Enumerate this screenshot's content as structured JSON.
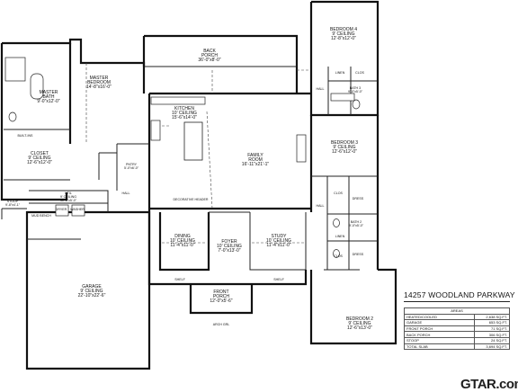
{
  "plan_title": "14257 WOODLAND PARKWAY",
  "rooms": {
    "back_porch": [
      "BACK",
      "PORCH",
      "36'-0\"x8'-0\""
    ],
    "bedroom4": [
      "BEDROOM 4",
      "9' CEILING",
      "12'-8\"x12'-0\""
    ],
    "master_bedroom": [
      "MASTER",
      "BEDROOM",
      "14'-8\"x16'-0\""
    ],
    "master_bath": [
      "MASTER",
      "BATH",
      "9'-0\"x12'-0\""
    ],
    "closet": [
      "CLOSET",
      "9' CEILING",
      "12'-6\"x12'-0\""
    ],
    "kitchen": [
      "KITCHEN",
      "10' CEILING",
      "15'-6\"x14'-0\""
    ],
    "family_room": [
      "FAMILY",
      "ROOM",
      "16'-11\"x21'-1\""
    ],
    "bedroom3": [
      "BEDROOM 3",
      "9' CEILING",
      "12'-6\"x12'-0\""
    ],
    "pantry": [
      "PNTRY",
      "5'-0\"x6'-0\""
    ],
    "util": [
      "UTIL",
      "9' CEILING",
      "10'-6\"x5'-0\""
    ],
    "stoop": [
      "STOOP",
      "9'-8\"x4'-1\""
    ],
    "dining": [
      "DINING",
      "10' CEILING",
      "11'-4\"x11'-0\""
    ],
    "foyer": [
      "FOYER",
      "10' CEILING",
      "7'-0\"x13'-0\""
    ],
    "study": [
      "STUDY",
      "10' CEILING",
      "11'-4\"x11'-0\""
    ],
    "garage": [
      "GARAGE",
      "9' CEILING",
      "22'-10\"x22'-6\""
    ],
    "front_porch": [
      "FRONT",
      "PORCH",
      "12'-0\"x5'-6\""
    ],
    "bedroom2": [
      "BEDROOM 2",
      "9' CEILING",
      "12'-6\"x13'-0\""
    ],
    "bath3": [
      "BATH 3",
      "9'-0\"x5'-0\""
    ],
    "bath2": [
      "BATH 2",
      "9'-0\"x5'-0\""
    ],
    "hall": "HALL",
    "linen": "LINEN",
    "closet_short": "CLOS",
    "dress": "DRESS",
    "builtins": "BUILT-INS",
    "mud_bench": "MUD BENCH",
    "dryer": "DRYER",
    "washer": "WASHER",
    "arch_grl": "ARCH GRL",
    "decorative_header": "DECORATIVE HEADER",
    "shelf": "SHELF"
  },
  "area_table": {
    "header": "AREAS",
    "rows": [
      {
        "label": "HEATED/COOLED",
        "value": "2,638 SQ.FT."
      },
      {
        "label": "GARAGE",
        "value": "653 SQ.FT."
      },
      {
        "label": "FRONT PORCH",
        "value": "71 SQ.FT."
      },
      {
        "label": "BACK PORCH",
        "value": "306 SQ.FT."
      },
      {
        "label": "STOOP",
        "value": "24 SQ.FT."
      },
      {
        "label": "TOTAL SLAB",
        "value": "3,694 SQ.FT."
      }
    ]
  },
  "watermark": "GTAR.com"
}
